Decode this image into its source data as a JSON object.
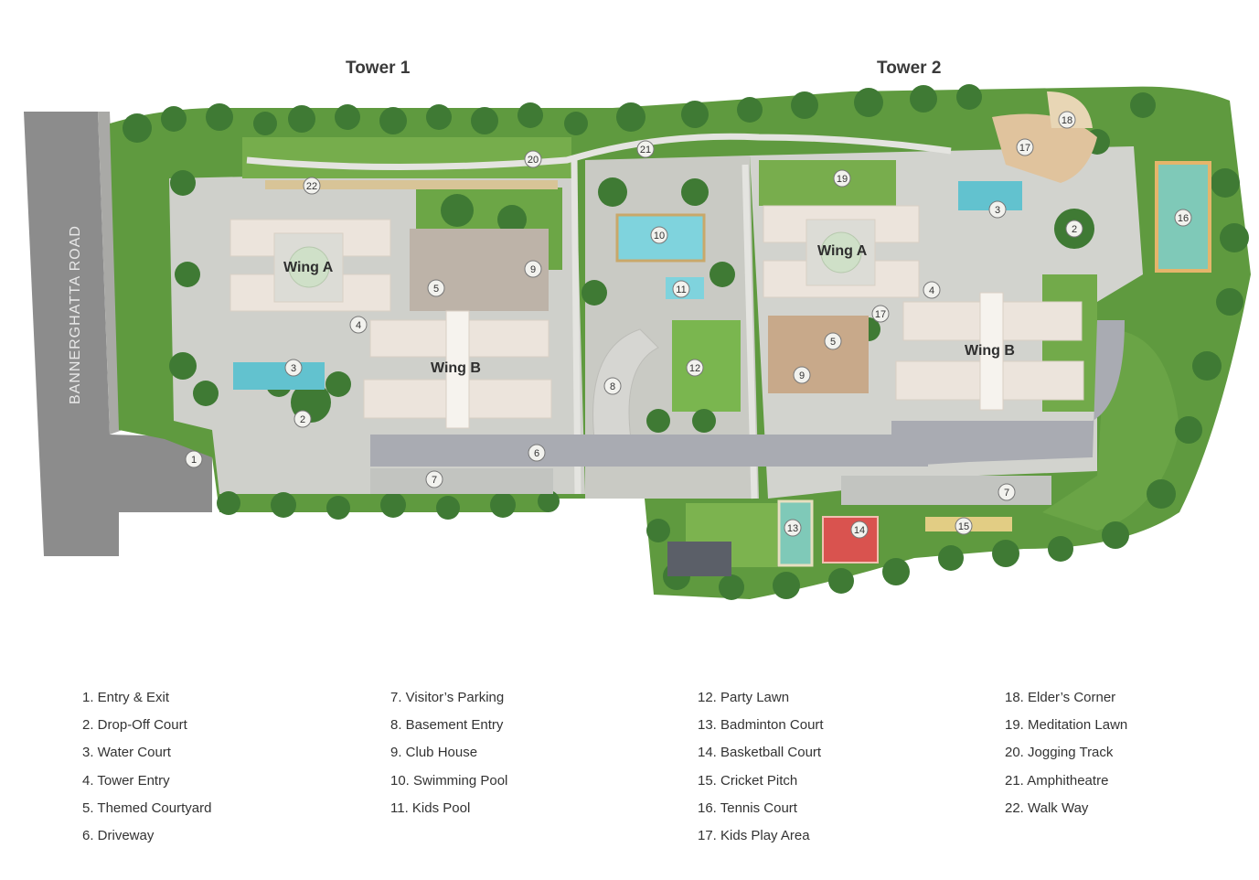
{
  "towers": {
    "tower1": "Tower 1",
    "tower2": "Tower 2"
  },
  "road_label": "BANNERGHATTA ROAD",
  "wings": {
    "t1_wing_a": "Wing A",
    "t1_wing_b": "Wing B",
    "t2_wing_a": "Wing A",
    "t2_wing_b": "Wing B"
  },
  "legend": [
    [
      "1. Entry & Exit",
      "2. Drop-Off Court",
      "3. Water Court",
      "4. Tower Entry",
      "5. Themed Courtyard",
      "6. Driveway"
    ],
    [
      "7. Visitor’s Parking",
      "8. Basement Entry",
      "9. Club House",
      "10. Swimming Pool",
      "11. Kids Pool"
    ],
    [
      "12. Party Lawn",
      "13. Badminton Court",
      "14. Basketball Court",
      "15. Cricket Pitch",
      "16. Tennis Court",
      "17. Kids Play Area"
    ],
    [
      "18. Elder’s Corner",
      "19. Meditation Lawn",
      "20. Jogging Track",
      "21. Amphitheatre",
      "22. Walk Way"
    ]
  ],
  "markers": [
    "1",
    "2",
    "3",
    "4",
    "5",
    "6",
    "7",
    "8",
    "9",
    "10",
    "11",
    "12",
    "13",
    "14",
    "15",
    "16",
    "17",
    "18",
    "19",
    "20",
    "21",
    "22"
  ],
  "colors": {
    "lawn": "#6fa64a",
    "trees": "#3f7a34",
    "paving": "#d9d9d6",
    "building": "#ece4dc",
    "road": "#8c8c8c",
    "water": "#7fd3dd",
    "tennis": "#7fc9b8",
    "basketball": "#d9534f"
  }
}
